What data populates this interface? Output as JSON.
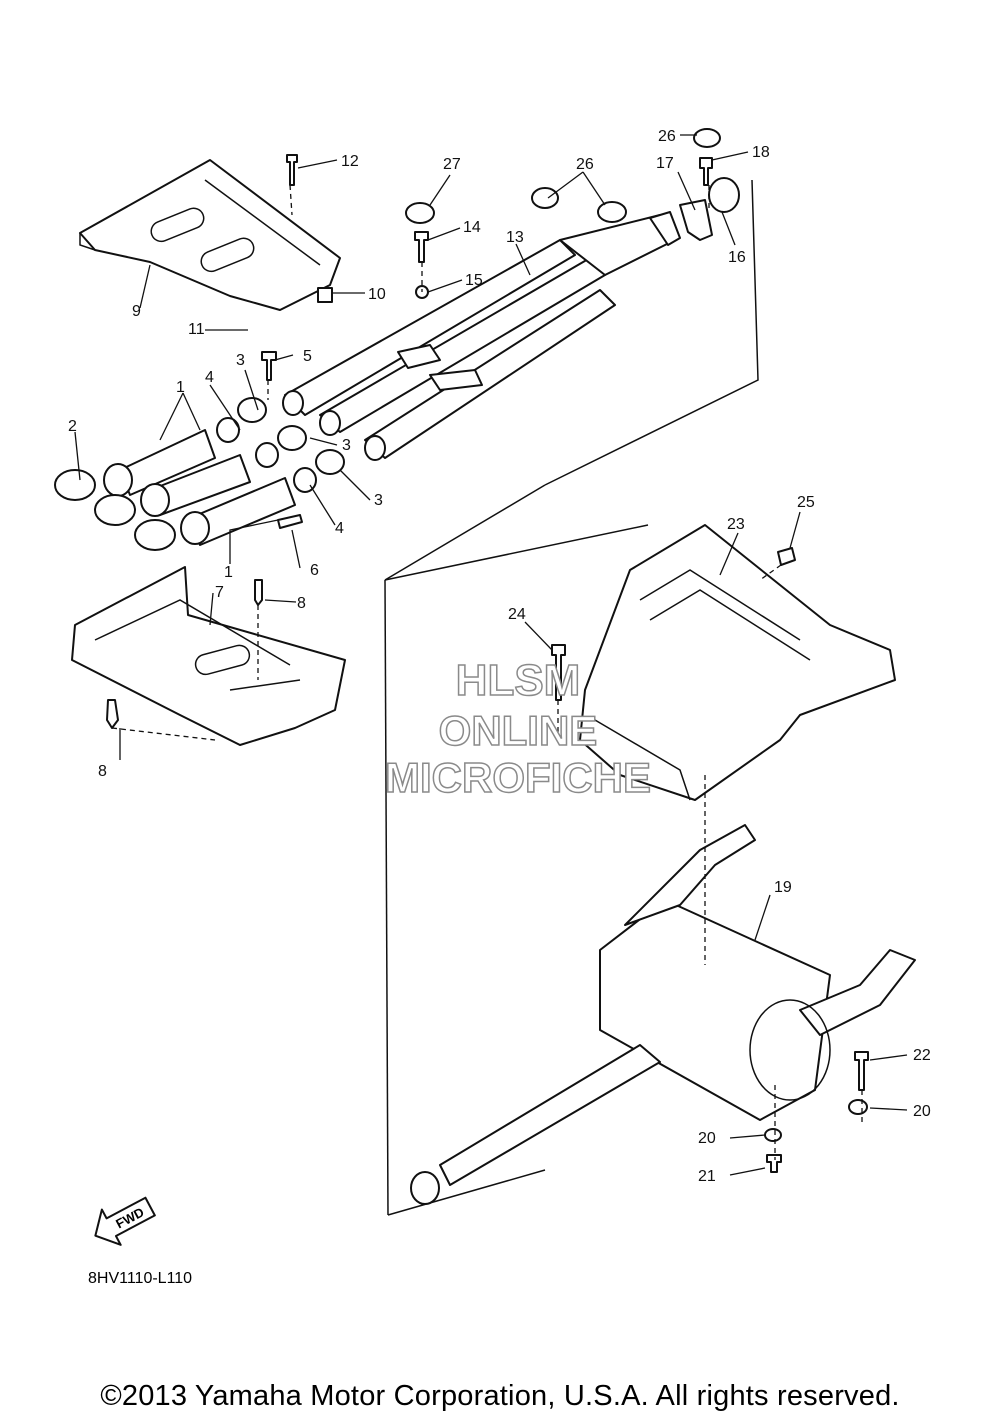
{
  "callouts": [
    "1",
    "2",
    "3",
    "4",
    "5",
    "6",
    "7",
    "8",
    "9",
    "10",
    "11",
    "12",
    "13",
    "14",
    "15",
    "16",
    "17",
    "18",
    "19",
    "20",
    "21",
    "22",
    "23",
    "24",
    "25",
    "26",
    "27"
  ],
  "watermark": {
    "line1": "HLSM",
    "line2": "ONLINE",
    "line3": "MICROFICHE"
  },
  "fwd_label": "FWD",
  "diagram_code": "8HV1110-L110",
  "copyright": "©2013 Yamaha Motor Corporation, U.S.A. All rights reserved.",
  "colors": {
    "line": "#111111",
    "watermark_outline": "#8a8a8a",
    "background": "#ffffff"
  }
}
